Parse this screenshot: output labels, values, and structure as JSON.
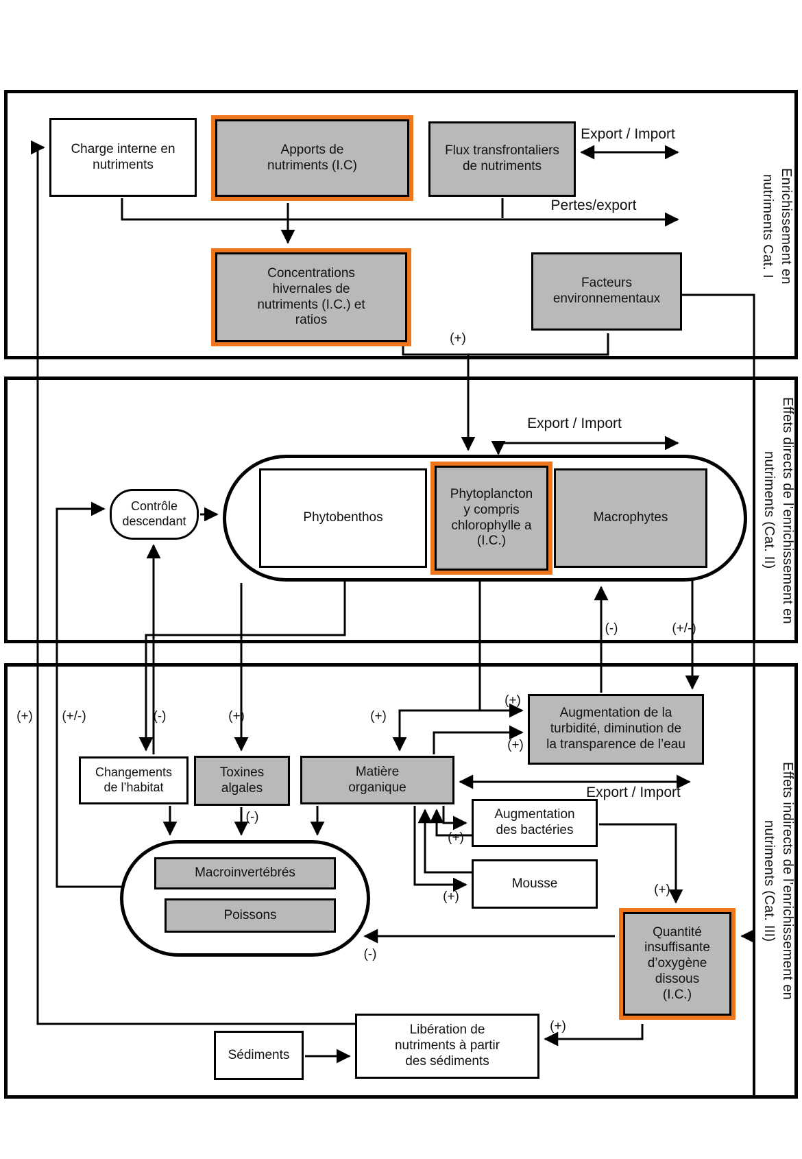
{
  "sections": [
    {
      "line1": "Enrichissement en",
      "line2": "nutriments Cat. I"
    },
    {
      "line1": "Effets directs de l’enrichissement en",
      "line2": "nutriments (Cat. II)"
    },
    {
      "line1": "Effets indirects de l’enrichissement en",
      "line2": "nutriments (Cat. III)"
    }
  ],
  "nodes": {
    "charge_interne": "Charge interne en\nnutriments",
    "apports": "Apports de\nnutriments (I.C)",
    "flux": "Flux transfrontaliers\nde nutriments",
    "concentrations": "Concentrations\nhivernales de\nnutriments (I.C.) et\nratios",
    "facteurs": "Facteurs\nenvironnementaux",
    "controle": "Contrôle\ndescendant",
    "phytobenthos": "Phytobenthos",
    "phytoplancton": "Phytoplancton\ny compris\nchlorophylle a\n(I.C.)",
    "macrophytes": "Macrophytes",
    "changements": "Changements\nde l’habitat",
    "toxines": "Toxines\nalgales",
    "matiere": "Matière\norganique",
    "turbidite": "Augmentation de la\nturbidité, diminution de\nla transparence de l’eau",
    "bacteries": "Augmentation\ndes bactéries",
    "mousse": "Mousse",
    "macroinvertebres": "Macroinvertébrés",
    "poissons": "Poissons",
    "quantite": "Quantité\ninsuffisante\nd’oxygène\ndissous\n(I.C.)",
    "liberation": "Libération de\nnutriments à partir\ndes sédiments",
    "sediments": "Sédiments"
  },
  "edge_labels": {
    "export_import": "Export / Import",
    "pertes": "Pertes/export",
    "plus": "(+)",
    "minus": "(-)",
    "plus_minus": "(+/-)"
  },
  "colors": {
    "highlight_orange": "#ee7519",
    "node_gray": "#b9b9b9",
    "line_black": "#000000"
  }
}
